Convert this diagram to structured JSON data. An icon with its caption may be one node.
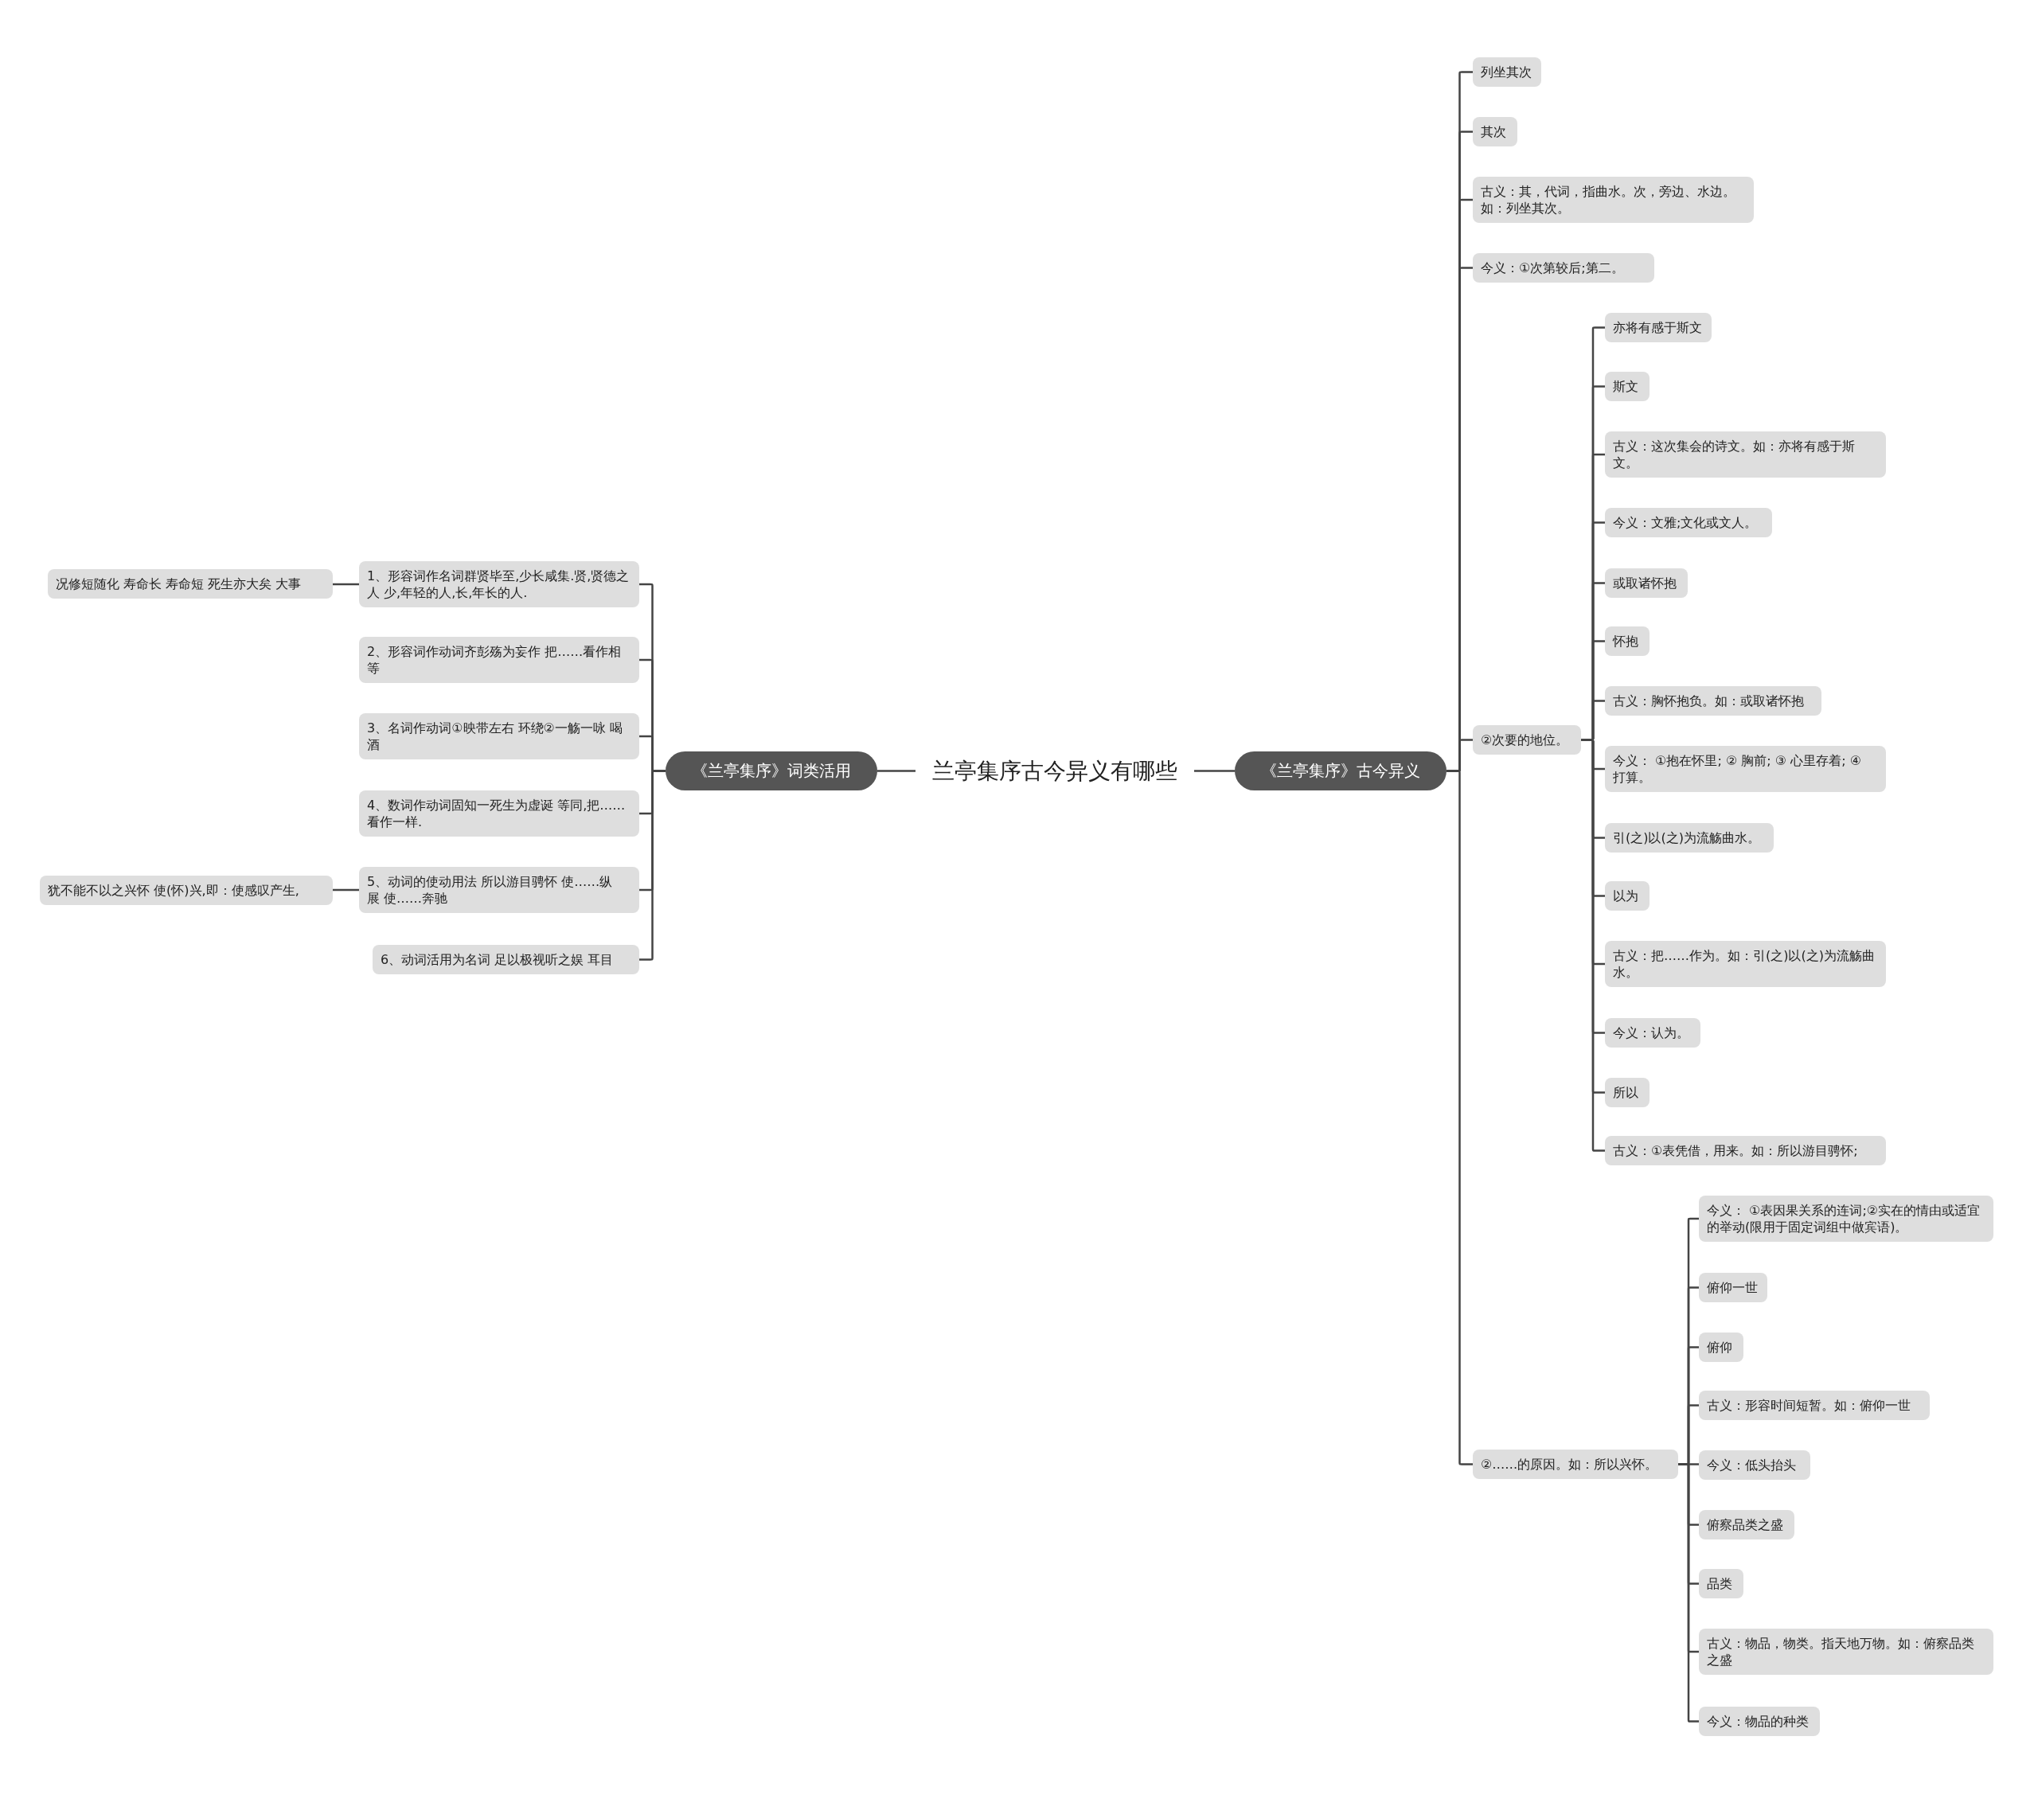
{
  "diagram": {
    "nodes": [
      {
        "text": [
          "兰亭集序古今异义有哪些"
        ]
      },
      {
        "text": [
          "《兰亭集序》词类活用"
        ]
      },
      {
        "text": [
          "《兰亭集序》古今异义"
        ]
      },
      {
        "text": [
          "1、形容词作名词群贤毕至,少长咸集.贤,贤德之人 少,年轻的人,长,年长的人."
        ]
      },
      {
        "text": [
          "况修短随化 寿命长 寿命短 死生亦大矣 大事"
        ]
      },
      {
        "text": [
          "2、形容词作动词齐彭殇为妄作 把……看作相等"
        ]
      },
      {
        "text": [
          "3、名词作动词①映带左右 环绕②一觞一咏 喝酒"
        ]
      },
      {
        "text": [
          "4、数词作动词固知一死生为虚诞 等同,把……看作一样."
        ]
      },
      {
        "text": [
          "5、动词的使动用法 所以游目骋怀 使……纵展 使……奔驰"
        ]
      },
      {
        "text": [
          "犹不能不以之兴怀 使(怀)兴,即：使感叹产生,"
        ]
      },
      {
        "text": [
          "6、动词活用为名词 足以极视听之娱 耳目"
        ]
      },
      {
        "text": [
          "列坐其次"
        ]
      },
      {
        "text": [
          "其次"
        ]
      },
      {
        "text": [
          "古义：其，代词，指曲水。次，旁边、水边。如：列坐其次。"
        ]
      },
      {
        "text": [
          "今义：①次第较后;第二。"
        ]
      },
      {
        "text": [
          "②次要的地位。"
        ]
      },
      {
        "text": [
          "亦将有感于斯文"
        ]
      },
      {
        "text": [
          "斯文"
        ]
      },
      {
        "text": [
          "古义：这次集会的诗文。如：亦将有感于斯文。"
        ]
      },
      {
        "text": [
          "今义：文雅;文化或文人。"
        ]
      },
      {
        "text": [
          "或取诸怀抱"
        ]
      },
      {
        "text": [
          "怀抱"
        ]
      },
      {
        "text": [
          "古义：胸怀抱负。如：或取诸怀抱"
        ]
      },
      {
        "text": [
          "今义： ①抱在怀里; ② 胸前; ③ 心里存着; ④ 打算。"
        ]
      },
      {
        "text": [
          "引(之)以(之)为流觞曲水。"
        ]
      },
      {
        "text": [
          "以为"
        ]
      },
      {
        "text": [
          "古义：把……作为。如：引(之)以(之)为流觞曲水。"
        ]
      },
      {
        "text": [
          "今义：认为。"
        ]
      },
      {
        "text": [
          "所以"
        ]
      },
      {
        "text": [
          "古义：①表凭借，用来。如：所以游目骋怀;"
        ]
      },
      {
        "text": [
          "②……的原因。如：所以兴怀。"
        ]
      },
      {
        "text": [
          "今义： ①表因果关系的连词;②实在的情由或适宜的举动(限用于固定词组中做宾语)。"
        ]
      },
      {
        "text": [
          "俯仰一世"
        ]
      },
      {
        "text": [
          "俯仰"
        ]
      },
      {
        "text": [
          "古义：形容时间短暂。如：俯仰一世"
        ]
      },
      {
        "text": [
          "今义：低头抬头"
        ]
      },
      {
        "text": [
          "俯察品类之盛"
        ]
      },
      {
        "text": [
          "品类"
        ]
      },
      {
        "text": [
          "古义：物品，物类。指天地万物。如：俯察品类之盛"
        ]
      },
      {
        "text": [
          "今义：物品的种类"
        ]
      }
    ],
    "edges": [
      {
        "from": 0,
        "to": 1,
        "arrow": "none"
      },
      {
        "from": 0,
        "to": 2,
        "arrow": "none"
      },
      {
        "from": 1,
        "to": 3,
        "arrow": "none"
      },
      {
        "from": 1,
        "to": 5,
        "arrow": "none"
      },
      {
        "from": 1,
        "to": 6,
        "arrow": "none"
      },
      {
        "from": 1,
        "to": 7,
        "arrow": "none"
      },
      {
        "from": 1,
        "to": 8,
        "arrow": "none"
      },
      {
        "from": 1,
        "to": 10,
        "arrow": "none"
      },
      {
        "from": 3,
        "to": 4,
        "arrow": "none"
      },
      {
        "from": 8,
        "to": 9,
        "arrow": "none"
      },
      {
        "from": 2,
        "to": 11,
        "arrow": "none"
      },
      {
        "from": 2,
        "to": 12,
        "arrow": "none"
      },
      {
        "from": 2,
        "to": 13,
        "arrow": "none"
      },
      {
        "from": 2,
        "to": 14,
        "arrow": "none"
      },
      {
        "from": 2,
        "to": 15,
        "arrow": "none"
      },
      {
        "from": 2,
        "to": 30,
        "arrow": "none"
      },
      {
        "from": 15,
        "to": 16,
        "arrow": "none"
      },
      {
        "from": 15,
        "to": 17,
        "arrow": "none"
      },
      {
        "from": 15,
        "to": 18,
        "arrow": "none"
      },
      {
        "from": 15,
        "to": 19,
        "arrow": "none"
      },
      {
        "from": 15,
        "to": 20,
        "arrow": "none"
      },
      {
        "from": 15,
        "to": 21,
        "arrow": "none"
      },
      {
        "from": 15,
        "to": 22,
        "arrow": "none"
      },
      {
        "from": 15,
        "to": 23,
        "arrow": "none"
      },
      {
        "from": 15,
        "to": 24,
        "arrow": "none"
      },
      {
        "from": 15,
        "to": 25,
        "arrow": "none"
      },
      {
        "from": 15,
        "to": 26,
        "arrow": "none"
      },
      {
        "from": 15,
        "to": 27,
        "arrow": "none"
      },
      {
        "from": 15,
        "to": 28,
        "arrow": "none"
      },
      {
        "from": 15,
        "to": 29,
        "arrow": "none"
      },
      {
        "from": 30,
        "to": 31,
        "arrow": "none"
      },
      {
        "from": 30,
        "to": 32,
        "arrow": "none"
      },
      {
        "from": 30,
        "to": 33,
        "arrow": "none"
      },
      {
        "from": 30,
        "to": 34,
        "arrow": "none"
      },
      {
        "from": 30,
        "to": 35,
        "arrow": "none"
      },
      {
        "from": 30,
        "to": 36,
        "arrow": "none"
      },
      {
        "from": 30,
        "to": 37,
        "arrow": "none"
      },
      {
        "from": 30,
        "to": 38,
        "arrow": "none"
      },
      {
        "from": 30,
        "to": 39,
        "arrow": "none"
      }
    ]
  }
}
